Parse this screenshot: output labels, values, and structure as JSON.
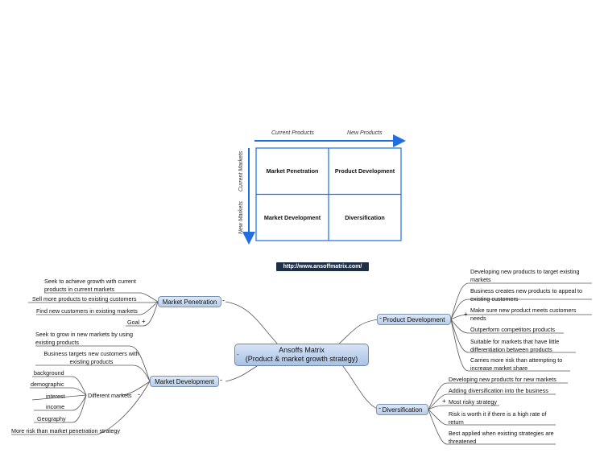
{
  "matrix": {
    "col_headers": [
      "Current Products",
      "New Products"
    ],
    "row_headers": [
      "Current Markets",
      "New Markets"
    ],
    "cells": [
      "Market Penetration",
      "Product Development",
      "Market Development",
      "Diversification"
    ],
    "url": "http://www.ansoffmatrix.com/",
    "accent_color": "#1f6fe0"
  },
  "central": {
    "line1": "Ansoffs Matrix",
    "line2": "(Product & market growth strategy)",
    "toggle": "-"
  },
  "branches": {
    "market_penetration": {
      "label": "Market Penetration",
      "toggle": "-",
      "items": [
        "Seek to achieve growth with current products in current markets",
        "Sell more products to existing customers",
        "Find new customers in existing markets",
        "Goal"
      ],
      "goal_toggle": "+"
    },
    "market_development": {
      "label": "Market Development",
      "toggle": "-",
      "items": [
        "Seek to grow in new markets by using existing products",
        "Business targets new customers with existing products",
        "More risk than market penetration strategy"
      ],
      "different_markets": {
        "label": "Different markets",
        "toggle": "-",
        "items": [
          "background",
          "demographic",
          "interest",
          "income",
          "Geography"
        ]
      }
    },
    "product_development": {
      "label": "Product Development",
      "toggle": "-",
      "items": [
        "Developing new products to target existing markets",
        "Business creates new products to appeal to existing customers",
        "Make sure new product meets customers needs",
        "Outperform competitors products",
        "Suitable for markets that have little differentiation between products",
        "Carries more risk than attempting to increase market share"
      ],
      "needs_toggle": "+"
    },
    "diversification": {
      "label": "Diversification",
      "toggle": "-",
      "items": [
        "Developing new products for new markets",
        "Adding diversification into the business",
        "Most risky strategy",
        "Risk is worth it if there is a high rate of return",
        "Best applied when existing strategies are threatened"
      ],
      "risky_toggle": "+"
    }
  }
}
